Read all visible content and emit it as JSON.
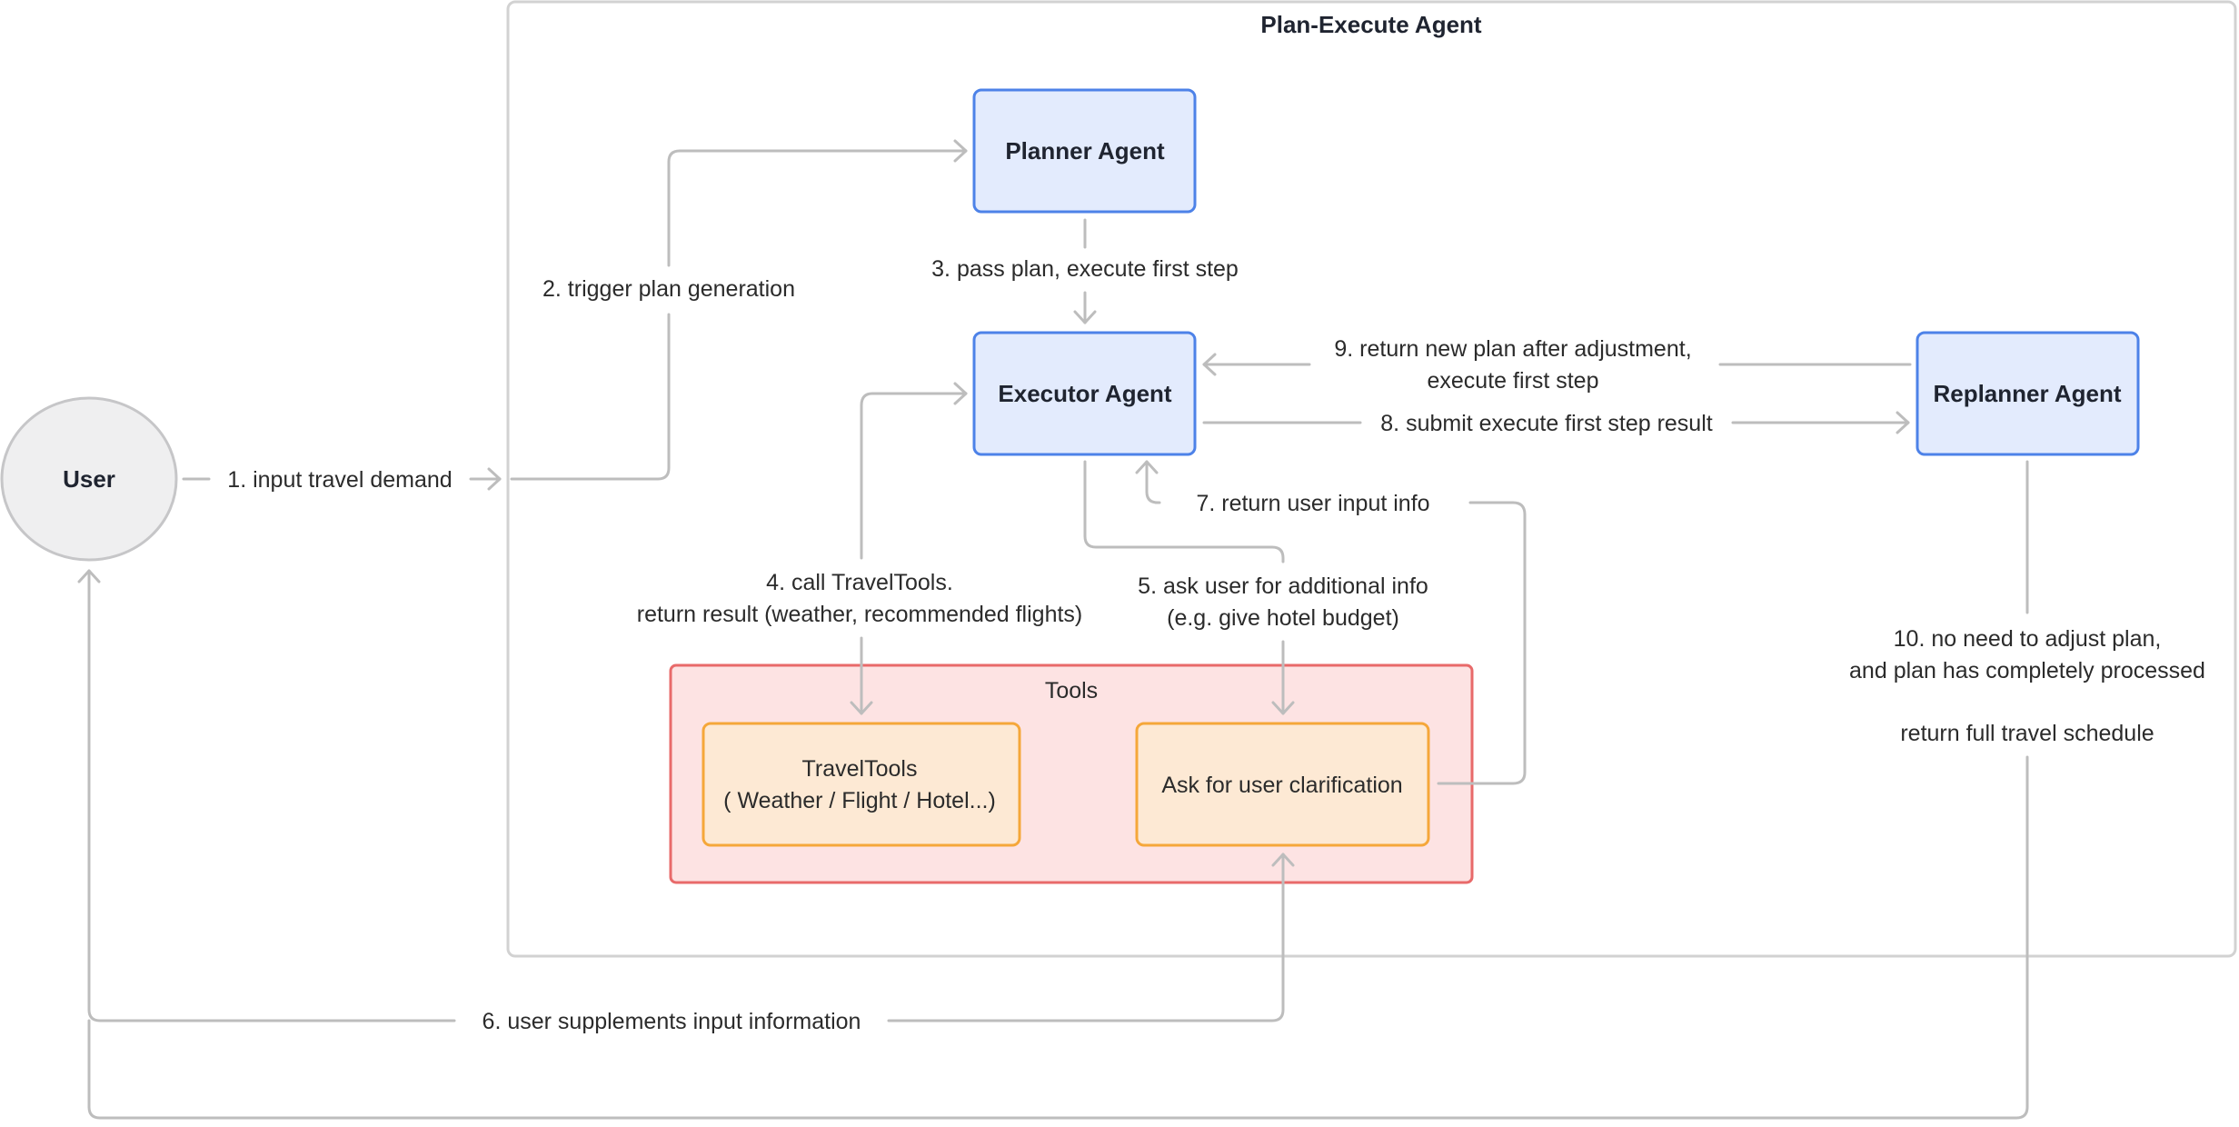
{
  "groups": {
    "plan_execute": {
      "title": "Plan-Execute Agent"
    },
    "tools": {
      "title": "Tools"
    }
  },
  "nodes": {
    "user": "User",
    "planner": "Planner Agent",
    "executor": "Executor Agent",
    "replanner": "Replanner Agent",
    "travel_tools": {
      "line1": "TravelTools",
      "line2": "( Weather / Flight / Hotel...)"
    },
    "ask_user": "Ask for user clarification"
  },
  "edges": {
    "e1": "1. input travel demand",
    "e2": "2. trigger plan generation",
    "e3": "3. pass plan, execute first step",
    "e4": {
      "line1": "4. call TravelTools.",
      "line2": "return result (weather, recommended flights)"
    },
    "e5": {
      "line1": "5. ask user for additional info",
      "line2": "(e.g. give hotel budget)"
    },
    "e6": "6. user supplements input information",
    "e7": "7. return user input info",
    "e8": "8. submit execute first step result",
    "e9": {
      "line1": "9. return new plan after adjustment,",
      "line2": "execute first step"
    },
    "e10": {
      "line1": "10. no need to adjust plan,",
      "line2": "and plan has completely processed",
      "line3": "return full travel schedule"
    }
  },
  "colors": {
    "agent_fill": "#e3ebfd",
    "agent_stroke": "#4d82e8",
    "tool_fill": "#fde9d4",
    "tool_stroke": "#f5a73a",
    "tools_group_fill": "#fde3e3",
    "tools_group_stroke": "#e86a6a",
    "edge": "#bdbdbd"
  }
}
